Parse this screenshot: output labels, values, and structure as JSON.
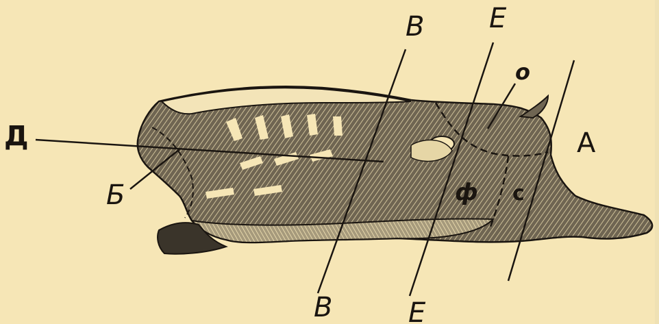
{
  "background_color": "#f6e6b6",
  "ink_color": "#1a1510",
  "figure": {
    "subject": "meat-carcass-cut-diagram",
    "labels": {
      "A": "А",
      "B": "Б",
      "V_top": "В",
      "V_bottom": "В",
      "D": "Д",
      "E_top": "Е",
      "E_bottom": "Е",
      "O": "о",
      "F": "ф",
      "S": "с"
    }
  }
}
